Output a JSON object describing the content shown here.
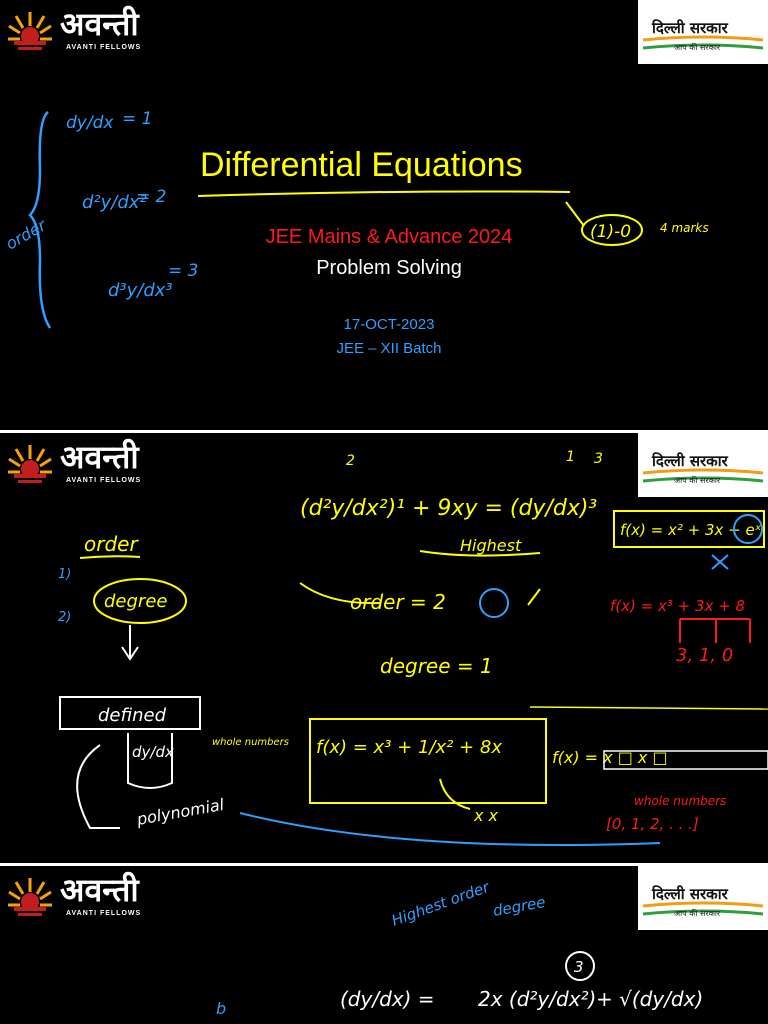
{
  "header": {
    "logo_text": "अवन्ती",
    "logo_subtext": "AVANTI FELLOWS",
    "gov_title": "दिल्ली सरकार",
    "gov_subtitle": "आप की सरकार"
  },
  "slide1": {
    "title": "Differential Equations",
    "subtitle_red": "JEE Mains & Advance 2024",
    "subtitle_white": "Problem Solving",
    "date": "17-OCT-2023",
    "batch": "JEE – XII Batch",
    "notes": {
      "order_label": "order",
      "d1": "dy/dx",
      "d1_val": "= 1",
      "d2": "d²y/dx²",
      "d2_val": "= 2",
      "d3": "d³y/dx³",
      "d3_val": "= 3",
      "badge": "(1)-0",
      "marks": "4 marks"
    }
  },
  "slide2": {
    "notes": {
      "order": "order",
      "degree": "degree",
      "definition": "defined",
      "dydx": "dy/dx",
      "whole_numbers": "whole numbers",
      "polynomial": "polynomial",
      "equation": "(d²y/dx²)¹ + 9xy = (dy/dx)³",
      "highest": "Highest",
      "order_eq": "order = 2",
      "degree_eq": "degree = 1",
      "fx1": "f(x) = x² + 3x + eˣ",
      "fx2": "f(x) = x³ + 3x + 8",
      "powers": "3, 1, 0",
      "fx3": "f(x) = x³ + 1/x² + 8x",
      "xx": "x x",
      "fx4": "f(x) = x □ x □",
      "whole_nums": "whole numbers",
      "set": "[0, 1, 2, . . .]",
      "mark1": "1",
      "mark2": "2",
      "mark3": "3"
    }
  },
  "slide3": {
    "notes": {
      "highest_order": "Highest order",
      "degree": "degree",
      "eq_left": "(dy/dx) =",
      "eq_mid": "2x (d²y/dx²)",
      "eq_right": "+ √(dy/dx)",
      "three": "3"
    }
  },
  "colors": {
    "yellow": "#ffff00",
    "red": "#ff1a1a",
    "blue": "#2fa0ff",
    "white": "#ffffff"
  }
}
